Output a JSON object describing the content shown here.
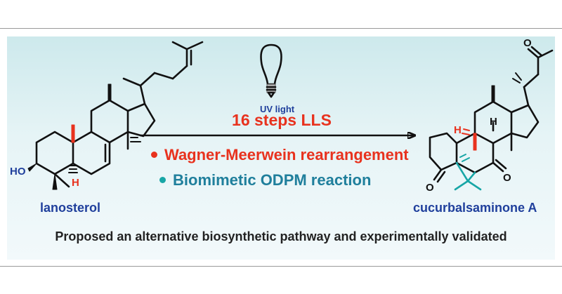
{
  "reaction": {
    "conditions_label": "UV light",
    "steps_label": "16 steps LLS",
    "key_steps": [
      {
        "text": "Wagner-Meerwein rearrangement",
        "color": "#e8321e"
      },
      {
        "text": "Biomimetic ODPM reaction",
        "color": "#1f7f9c"
      }
    ]
  },
  "starting_material": {
    "name": "lanosterol",
    "atoms": {
      "hydroxyl": "HO",
      "hydrogen": "H"
    }
  },
  "product": {
    "name": "cucurbalsaminone A",
    "atoms": {
      "ketone_o1": "O",
      "ketone_o2": "O",
      "ketone_o3": "O",
      "hydrogen1": "H",
      "hydrogen2": "H"
    }
  },
  "caption": "Proposed an alternative biosynthetic pathway and experimentally validated",
  "colors": {
    "accent_red": "#e8321e",
    "accent_blue": "#1f3f9c",
    "accent_teal": "#17a6a6",
    "panel_top": "#cde9ec"
  }
}
